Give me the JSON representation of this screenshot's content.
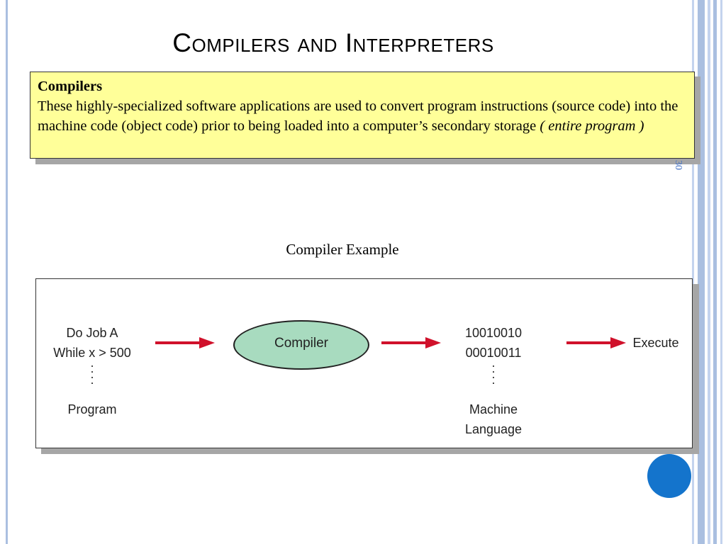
{
  "slide": {
    "title": "Compilers and Interpreters",
    "slide_number": "30"
  },
  "callout": {
    "heading": "Compilers",
    "body": "These highly-specialized software applications are used to convert program instructions (source code) into the machine code (object code) prior to being loaded into a computer’s secondary storage ",
    "italic_note": "( entire program )"
  },
  "figure": {
    "caption": "Compiler Example",
    "program_line1": "Do Job A",
    "program_line2": "While x > 500",
    "dots": ":",
    "program_label": "Program",
    "compiler_label": "Compiler",
    "machine_line1": "10010010",
    "machine_line2": "00010011",
    "machine_label_1": "Machine",
    "machine_label_2": "Language",
    "execute_label": "Execute"
  },
  "colors": {
    "callout_bg": "#ffff99",
    "compiler_fill": "#a8dbbf",
    "arrow": "#d0112b",
    "button": "#1474cc"
  }
}
